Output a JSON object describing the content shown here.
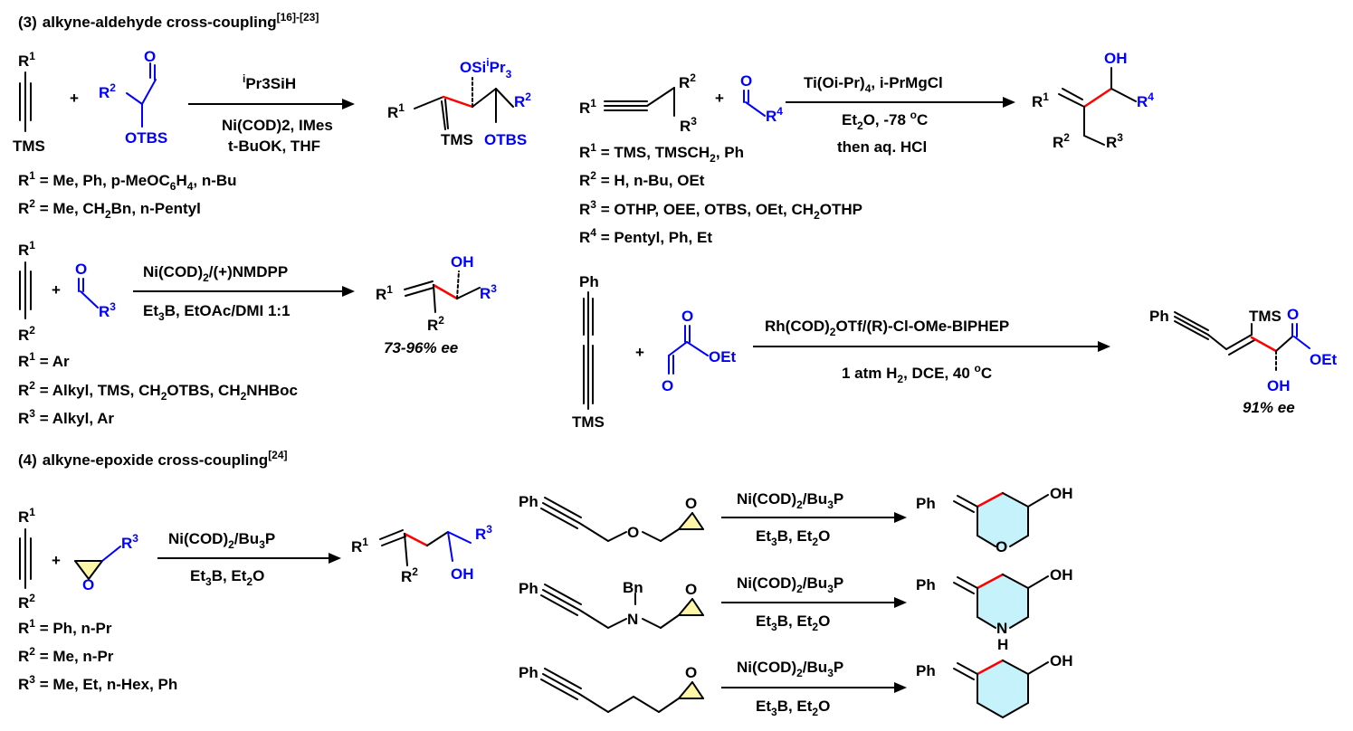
{
  "sections": {
    "s3": {
      "number": "(3)",
      "title": "alkyne-aldehyde cross-coupling",
      "ref": "[16]-[23]"
    },
    "s4": {
      "number": "(4)",
      "title": "alkyne-epoxide cross-coupling",
      "ref": "[24]"
    }
  },
  "colors": {
    "green": "#008a3a",
    "olive": "#8a8a00",
    "blue": "#0000ff",
    "red": "#ff0000",
    "purple": "#6b1f8a",
    "ring": "#c6f3fb",
    "epoxide": "#fff7a8"
  },
  "r1": {
    "reagent_a": "Pr3SiH",
    "reagent_a_sup": "i",
    "cond_1": "Ni(COD)2, IMes",
    "cond_2": "t-BuOK, THF",
    "sub_1": "R1 = Me, Ph, p-MeOC6H4, n-Bu",
    "sub_2": "R2 =  Me, CH2Bn, n-Pentyl"
  },
  "r2": {
    "reagent_a": "Ti(Oi-Pr)4",
    "reagent_b": ", i-PrMgCl",
    "cond_1": "Et2O, -78 oC",
    "cond_2": "then aq. HCl",
    "sub_1": "R1 = TMS, TMSCH2, Ph",
    "sub_2": "R2 = H, n-Bu, OEt",
    "sub_3": "R3 = OTHP, OEE, OTBS, OEt, CH2OTHP",
    "sub_4": "R4 = Pentyl, Ph, Et"
  },
  "r3": {
    "cond_1": "Ni(COD)2/(+)NMDPP",
    "cond_2": "Et3B, EtOAc/DMI 1:1",
    "ee": "73-96% ee",
    "sub_1": "R1 = Ar",
    "sub_2": "R2 = Alkyl, TMS, CH2OTBS, CH2NHBoc",
    "sub_3": "R3 = Alkyl, Ar"
  },
  "r4": {
    "cond_1": "Rh(COD)2OTf/(R)-Cl-OMe-BIPHEP",
    "cond_2": "1 atm H2, DCE, 40 oC",
    "ee": "91% ee"
  },
  "r5": {
    "cond_1": "Ni(COD)2/Bu3P",
    "cond_2": "Et3B, Et2O",
    "sub_1": "R1 = Ph, n-Pr",
    "sub_2": "R2 = Me, n-Pr",
    "sub_3": "R3 = Me, Et, n-Hex, Ph"
  },
  "r6": {
    "cond_1": "Ni(COD)2/Bu3P",
    "cond_2": "Et3B, Et2O"
  },
  "r7": {
    "cond_1": "Ni(COD)2/Bu3P",
    "cond_2": "Et3B, Et2O"
  },
  "r8": {
    "cond_1": "Ni(COD)2/Bu3P",
    "cond_2": "Et3B, Et2O"
  },
  "atoms": {
    "R": "R",
    "TMS": "TMS",
    "OTBS": "OTBS",
    "O": "O",
    "OSi": "OSi",
    "Pr3": "Pr",
    "Ph": "Ph",
    "OH": "OH",
    "OEt": "OEt",
    "Bn": "Bn",
    "N": "N",
    "H": "H"
  }
}
